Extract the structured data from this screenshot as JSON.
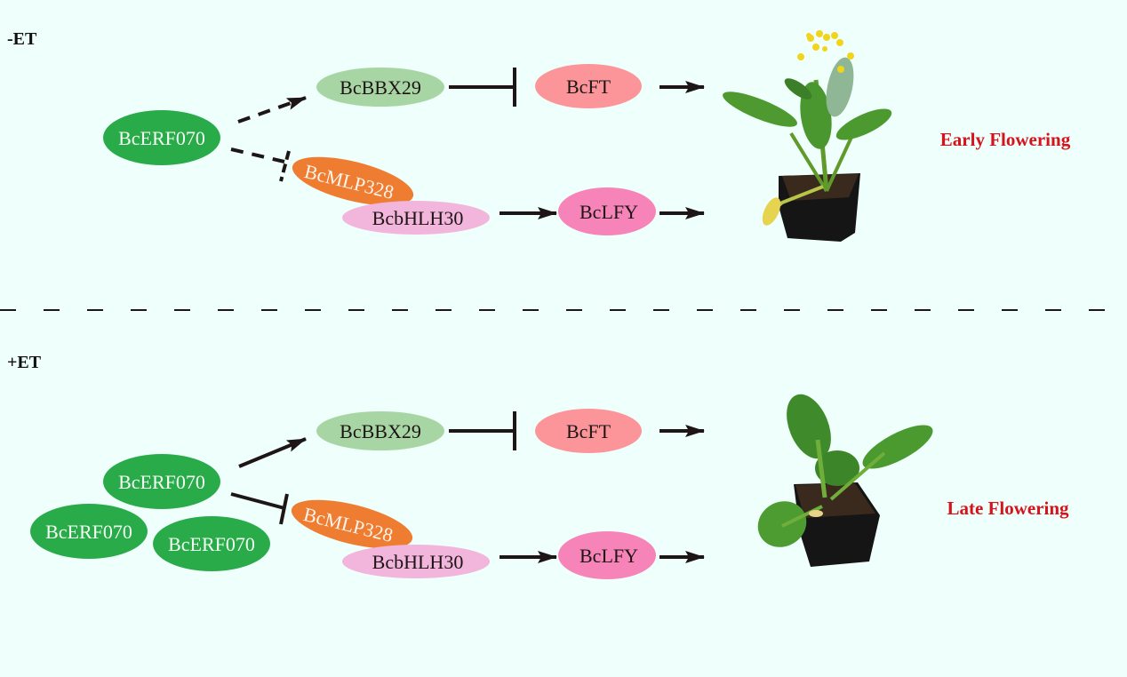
{
  "colors": {
    "background": "#effffb",
    "erf": "#2aab4a",
    "bbx": "#a7d6a4",
    "ft": "#fb959a",
    "mlp": "#ee7d32",
    "bhlh": "#f2b5db",
    "lfy": "#f784b8",
    "outcome_text": "#d6121a",
    "line": "#1e1616"
  },
  "panels": [
    {
      "label": "-ET",
      "activators": [
        "BcERF070"
      ],
      "nodes": {
        "bbx": "BcBBX29",
        "ft": "BcFT",
        "mlp": "BcMLP328",
        "bhlh": "BcbHLH30",
        "lfy": "BcLFY"
      },
      "edges": [
        {
          "from": "BcERF070",
          "to": "BcBBX29",
          "type": "activation",
          "style": "dashed"
        },
        {
          "from": "BcERF070",
          "to": "BcMLP328",
          "type": "inhibition",
          "style": "dashed"
        },
        {
          "from": "BcBBX29",
          "to": "BcFT",
          "type": "inhibition",
          "style": "solid"
        },
        {
          "from": "BcFT",
          "to": "phenotype",
          "type": "activation",
          "style": "solid"
        },
        {
          "from": "BcbHLH30",
          "to": "BcLFY",
          "type": "activation",
          "style": "solid"
        },
        {
          "from": "BcLFY",
          "to": "phenotype",
          "type": "activation",
          "style": "solid"
        }
      ],
      "plant_image": "flowering-plant-in-pot",
      "outcome": "Early Flowering"
    },
    {
      "label": "+ET",
      "activators": [
        "BcERF070",
        "BcERF070",
        "BcERF070"
      ],
      "nodes": {
        "bbx": "BcBBX29",
        "ft": "BcFT",
        "mlp": "BcMLP328",
        "bhlh": "BcbHLH30",
        "lfy": "BcLFY"
      },
      "edges": [
        {
          "from": "BcERF070",
          "to": "BcBBX29",
          "type": "activation",
          "style": "solid"
        },
        {
          "from": "BcERF070",
          "to": "BcMLP328",
          "type": "inhibition",
          "style": "solid"
        },
        {
          "from": "BcBBX29",
          "to": "BcFT",
          "type": "inhibition",
          "style": "solid"
        },
        {
          "from": "BcFT",
          "to": "phenotype",
          "type": "activation",
          "style": "solid"
        },
        {
          "from": "BcbHLH30",
          "to": "BcLFY",
          "type": "activation",
          "style": "solid"
        },
        {
          "from": "BcLFY",
          "to": "phenotype",
          "type": "activation",
          "style": "solid"
        }
      ],
      "plant_image": "vegetative-plant-in-pot",
      "outcome": "Late Flowering"
    }
  ]
}
